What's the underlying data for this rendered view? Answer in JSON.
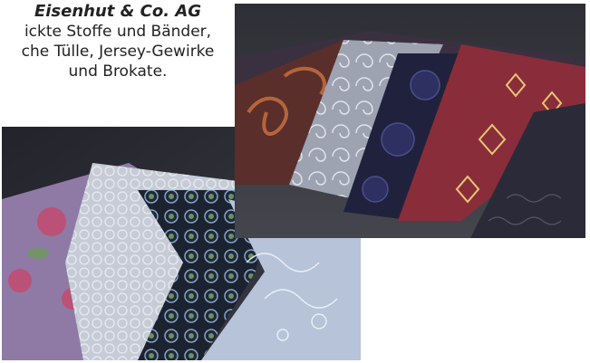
{
  "caption": {
    "company": "Eisenhut & Co. AG",
    "line1": "ickte Stoffe und Bänder,",
    "line2": "che Tülle, Jersey-Gewirke",
    "line3": "und Brokate."
  },
  "photos": {
    "left": {
      "subject": "lace-and-embroidered-fabric-swatches"
    },
    "right": {
      "subject": "embroidered-ribbons-and-brocade"
    }
  },
  "colors": {
    "page": "#ffffff",
    "text": "#222222",
    "photo_bg_left": "#2c2c34",
    "photo_bg_right": "#3b3b42"
  }
}
